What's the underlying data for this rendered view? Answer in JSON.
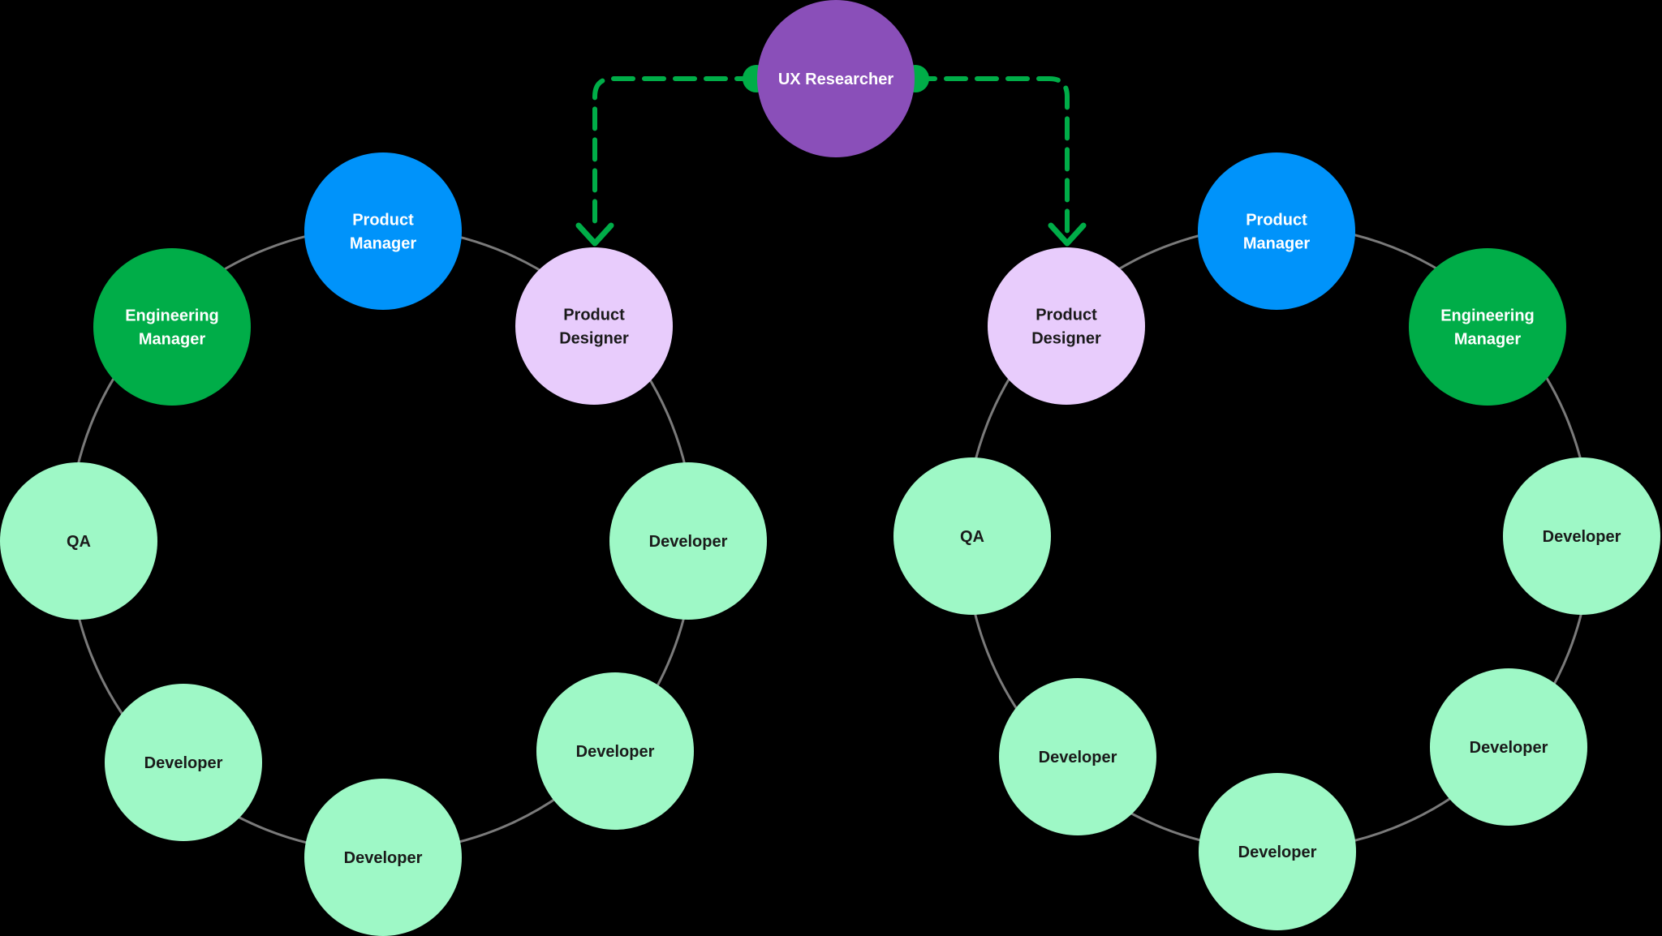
{
  "colors": {
    "background": "#000000",
    "ring": "#7a7a7a",
    "connector": "#00ad48",
    "pm": "#0093fa",
    "em": "#00ad48",
    "designer": "#e8ccfc",
    "member": "#9ef8c6",
    "researcher": "#8a4fb9",
    "text_light": "#ffffff",
    "text_dark": "#1a1a1a"
  },
  "researcher": {
    "label": "UX Researcher"
  },
  "teams": [
    {
      "name": "team-left",
      "members": [
        {
          "role": "pm",
          "lines": [
            "Product",
            "Manager"
          ]
        },
        {
          "role": "em",
          "lines": [
            "Engineering",
            "Manager"
          ]
        },
        {
          "role": "designer",
          "lines": [
            "Product",
            "Designer"
          ]
        },
        {
          "role": "member",
          "lines": [
            "QA"
          ]
        },
        {
          "role": "member",
          "lines": [
            "Developer"
          ]
        },
        {
          "role": "member",
          "lines": [
            "Developer"
          ]
        },
        {
          "role": "member",
          "lines": [
            "Developer"
          ]
        },
        {
          "role": "member",
          "lines": [
            "Developer"
          ]
        }
      ]
    },
    {
      "name": "team-right",
      "members": [
        {
          "role": "pm",
          "lines": [
            "Product",
            "Manager"
          ]
        },
        {
          "role": "em",
          "lines": [
            "Engineering",
            "Manager"
          ]
        },
        {
          "role": "designer",
          "lines": [
            "Product",
            "Designer"
          ]
        },
        {
          "role": "member",
          "lines": [
            "QA"
          ]
        },
        {
          "role": "member",
          "lines": [
            "Developer"
          ]
        },
        {
          "role": "member",
          "lines": [
            "Developer"
          ]
        },
        {
          "role": "member",
          "lines": [
            "Developer"
          ]
        },
        {
          "role": "member",
          "lines": [
            "Developer"
          ]
        }
      ]
    }
  ]
}
